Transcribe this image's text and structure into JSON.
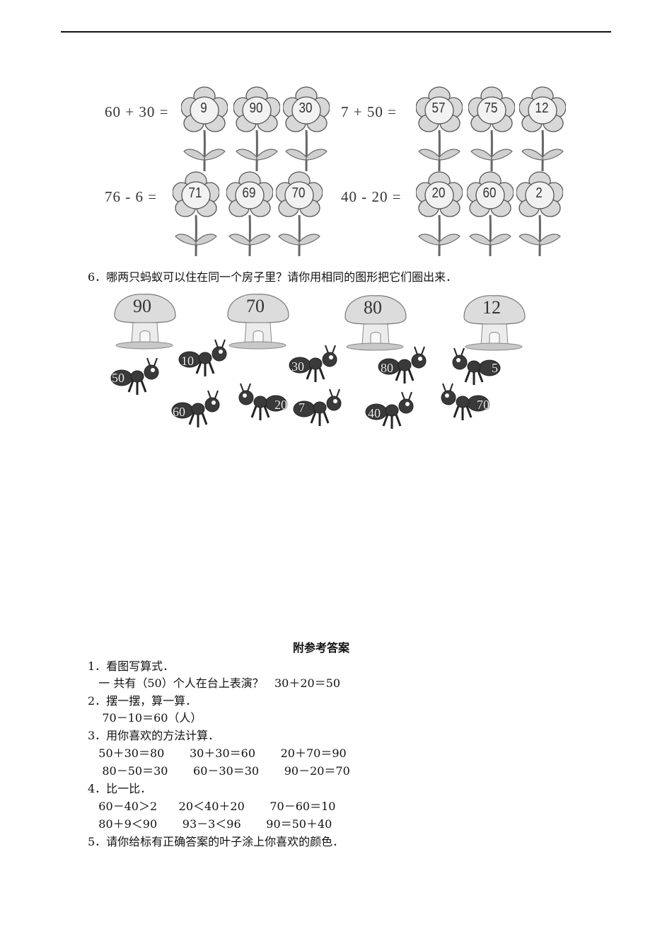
{
  "q5_rows": [
    {
      "left": {
        "equation": "60 + 30 =",
        "options": [
          "9",
          "90",
          "30"
        ]
      },
      "right": {
        "equation": "7 + 50 =",
        "options": [
          "57",
          "75",
          "12"
        ]
      }
    },
    {
      "left": {
        "equation": "76 - 6 =",
        "options": [
          "71",
          "69",
          "70"
        ]
      },
      "right": {
        "equation": "40 - 20 =",
        "options": [
          "20",
          "60",
          "2"
        ]
      }
    }
  ],
  "q6": {
    "question": "6．哪两只蚂蚁可以住在同一个房子里？请你用相同的图形把它们圈出来．",
    "houses": [
      "90",
      "70",
      "80",
      "12"
    ],
    "ants": [
      "50",
      "10",
      "60",
      "20",
      "30",
      "7",
      "80",
      "40",
      "5",
      "70"
    ]
  },
  "answers": {
    "title": "附参考答案",
    "lines": [
      "1．看图写算式．",
      "   一 共有（50）个人在台上表演？   30＋20＝50",
      "2．摆一摆，算一算．",
      "    70－10＝60（人）",
      "3．用你喜欢的方法计算．",
      "   50＋30＝80       30＋30＝60       20＋70＝90",
      "    80－50＝30       60－30＝30       90－20＝70",
      "4．比一比．",
      "   60－40＞2      20＜40＋20       70－60＝10",
      "   80＋9＜90       93－3＜96       90＝50＋40",
      "5．请你给标有正确答案的叶子涂上你喜欢的颜色．"
    ]
  }
}
